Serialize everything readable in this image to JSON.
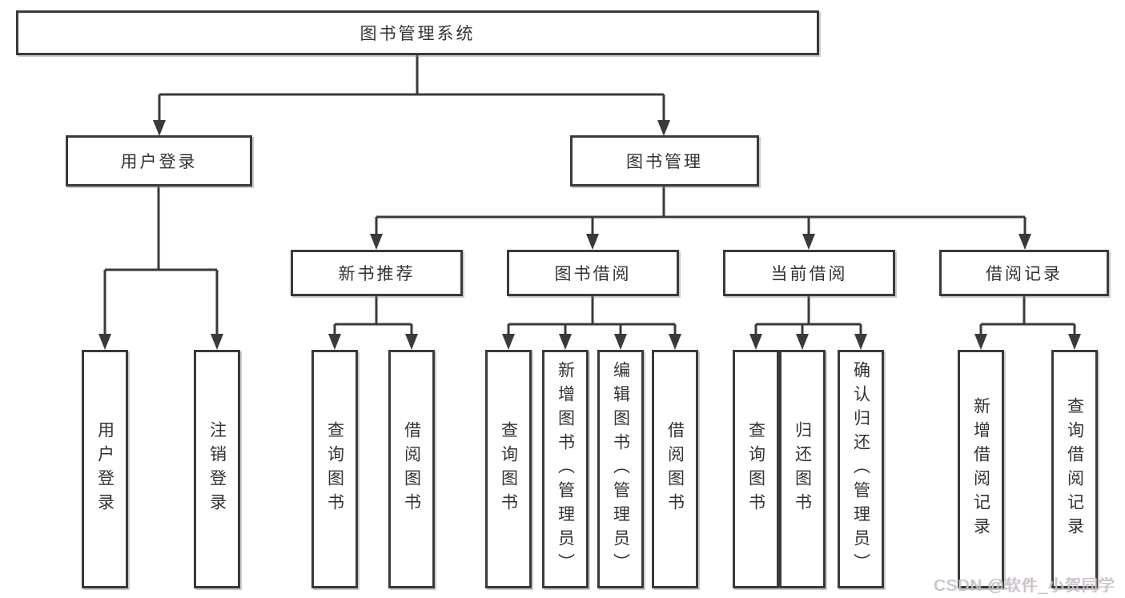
{
  "diagram": {
    "root": {
      "label": "图书管理系统"
    },
    "branches": [
      {
        "label": "用户登录",
        "children": [
          "用户登录",
          "注销登录"
        ]
      },
      {
        "label": "图书管理",
        "children": [
          {
            "label": "新书推荐",
            "children": [
              "查询图书",
              "借阅图书"
            ]
          },
          {
            "label": "图书借阅",
            "children": [
              "查询图书",
              "新增图书（管理员）",
              "编辑图书（管理员）",
              "借阅图书"
            ]
          },
          {
            "label": "当前借阅",
            "children": [
              "查询图书",
              "归还图书",
              "确认归还（管理员）"
            ]
          },
          {
            "label": "借阅记录",
            "children": [
              "新增借阅记录",
              "查询借阅记录"
            ]
          }
        ]
      }
    ]
  },
  "watermark": {
    "text": "CSDN @软件_小贺同学"
  },
  "colors": {
    "line": "#3a3a3a",
    "box_border": "#3a3a3a",
    "box_fill": "#ffffff",
    "text": "#333333",
    "background": "#ffffff",
    "watermark": "#c3c3c3"
  }
}
